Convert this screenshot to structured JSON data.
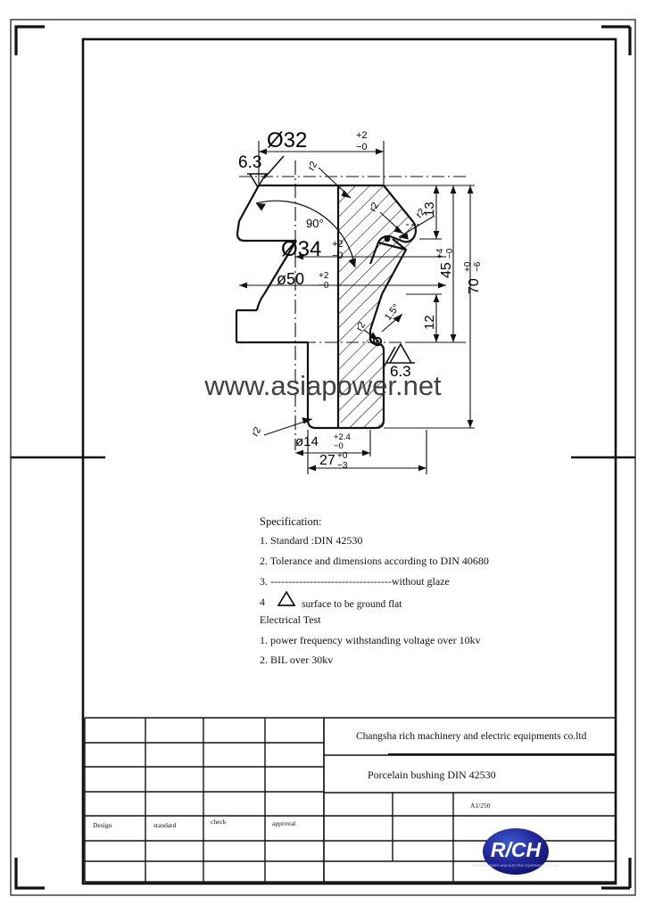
{
  "sheet": {
    "title": "Porcelain bushing DIN 42530 drawing",
    "background": "#ffffff",
    "line_color": "#000000",
    "watermark": "www.asiapower.net",
    "watermark_color": "#2b2b2b"
  },
  "drawing": {
    "part_name": "Porcelain bushing",
    "dimensions": {
      "top_diameter": {
        "value": "Ø32",
        "tol_upper": "+2",
        "tol_lower": "−0"
      },
      "mid_diameter": {
        "value": "Ø34",
        "tol_upper": "+2",
        "tol_lower": "−0"
      },
      "flange_diameter": {
        "value": "ø50",
        "tol_upper": "+2",
        "tol_lower": "−0"
      },
      "stem_diameter": {
        "value": "ø14",
        "tol_upper": "+2.4",
        "tol_lower": "−0"
      },
      "stem_length": {
        "value": "27",
        "tol_upper": "+0",
        "tol_lower": "−3"
      },
      "shoulder_height": {
        "value": "13",
        "tol_upper": "",
        "tol_lower": ""
      },
      "mid_height": {
        "value": "45",
        "tol_upper": "+4",
        "tol_lower": "−0"
      },
      "lower_height": {
        "value": "12",
        "tol_upper": "",
        "tol_lower": ""
      },
      "total_height": {
        "value": "70",
        "tol_upper": "+0",
        "tol_lower": "−6"
      }
    },
    "annotations": {
      "angle_90": "90°",
      "angle_1_5": "1.5°",
      "radius_top": "r2",
      "radius_shoulder": "r2",
      "radius_taper": "r2",
      "radius_bottom": "r2",
      "surface_finish_top": "6.3",
      "surface_finish_bottom": "6.3"
    }
  },
  "specification": {
    "heading": "Specification:",
    "items": [
      "1.  Standard :DIN 42530",
      "2.  Tolerance and dimensions according to DIN 40680",
      "3.  ----------------------------------without glaze"
    ],
    "symbol_item": {
      "number": "4",
      "text": "surface to be ground flat"
    },
    "electrical_heading": "Electrical Test",
    "electrical_items": [
      "1.  power frequency withstanding voltage over 10kv",
      "2.  BIL over 30kv"
    ]
  },
  "title_block": {
    "company": "Changsha rich machinery and electric equipments co.ltd",
    "drawing_title": "Porcelain bushing DIN 42530",
    "scale": "A1/250",
    "role_cells": [
      "Design",
      "standard",
      "check",
      "approval"
    ],
    "logo": {
      "mark": "R/CH",
      "tagline": "RICH MACHINERY AND ELECTRIC EQUIPMENTS CO.,LTD",
      "color": "#161b8c"
    }
  }
}
